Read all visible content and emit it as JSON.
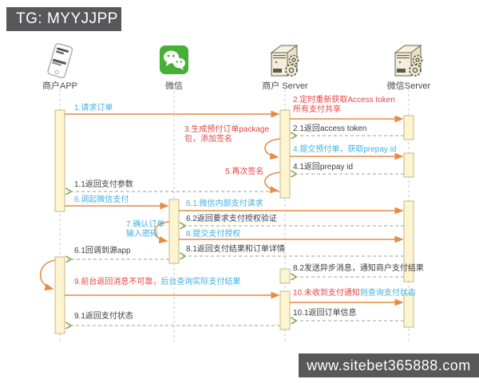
{
  "banners": {
    "top": "TG: MYYJJPP",
    "bottom": "www.sitebet365888.com"
  },
  "actors": [
    {
      "name": "商户APP",
      "icon": "smartphone-icon"
    },
    {
      "name": "微信",
      "icon": "wechat-icon"
    },
    {
      "name": "商户 Server",
      "icon": "server-icon"
    },
    {
      "name": "微信Server",
      "icon": "server-icon"
    }
  ],
  "messages": {
    "m1": "1.请求订单",
    "m2a": "2.定时重新获取Access token",
    "m2b": "所有支付共享",
    "m2_1": "2.1返回access token",
    "m3a": "3.生成预付订单package",
    "m3b": "包，添加签名",
    "m4": "4.提交预付单，获取prepay id",
    "m4_1": "4.1返回prepay id",
    "m5": "5.再次签名",
    "m1_1": "1.1返回支付参数",
    "m6": "6.调起微信支付",
    "m6_1": "6.1.微信内部支付请求",
    "m6_2": "6.2返回要求支付授权验证",
    "m7a": "7.确认订单",
    "m7b": "输入密码",
    "m8": "8.提交支付授权",
    "m8_1": "8.1返回支付结果和订单详情",
    "m6_1b": "6.1回调到源app",
    "m8_2": "8.2发送异步消息，通知商户支付结果",
    "m9_red": "9.前台返回消息不可靠，",
    "m9_blue": "后台查询实际支付结果",
    "m9_1": "9.1返回支付状态",
    "m10_red": "10.未收到支付通知",
    "m10_blue": "则查询支付状态",
    "m10_1": "10.1返回订单信息"
  },
  "colors": {
    "banner_bg": "#58585a",
    "banner_text": "#ffffff",
    "request_label_blue": "#41b1e1",
    "note_label_red": "#e34545",
    "return_label_dark": "#3d3d3d",
    "solid_arrow_orange": "#e88a40",
    "return_arrow_head_green": "#8fa953",
    "activation_bar_fill": "#fcf5d0",
    "activation_bar_border": "#bdb183",
    "lifeline_gray": "#c8c8c8",
    "wechat_green": "#45b035"
  }
}
